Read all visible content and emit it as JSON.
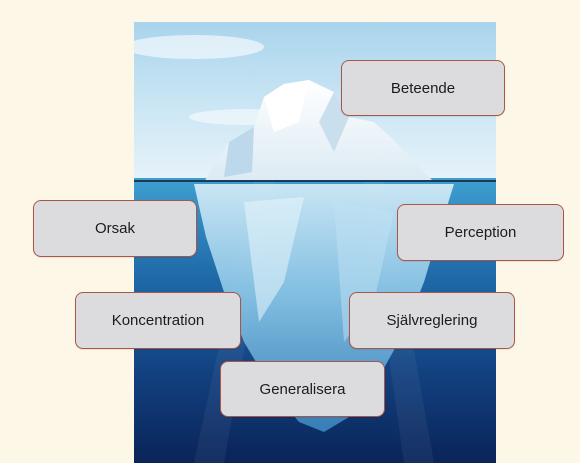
{
  "labels": {
    "beteende": "Beteende",
    "orsak": "Orsak",
    "perception": "Perception",
    "koncentration": "Koncentration",
    "sjalvreglering": "Självreglering",
    "generalisera": "Generalisera"
  },
  "colors": {
    "background": "#fdf7e8",
    "box_fill": "#dcdcde",
    "box_border": "#a8554a",
    "sky": "#cfe6f3",
    "ocean_deep": "#0b2a5e"
  },
  "image": {
    "subject": "iceberg-icon"
  }
}
